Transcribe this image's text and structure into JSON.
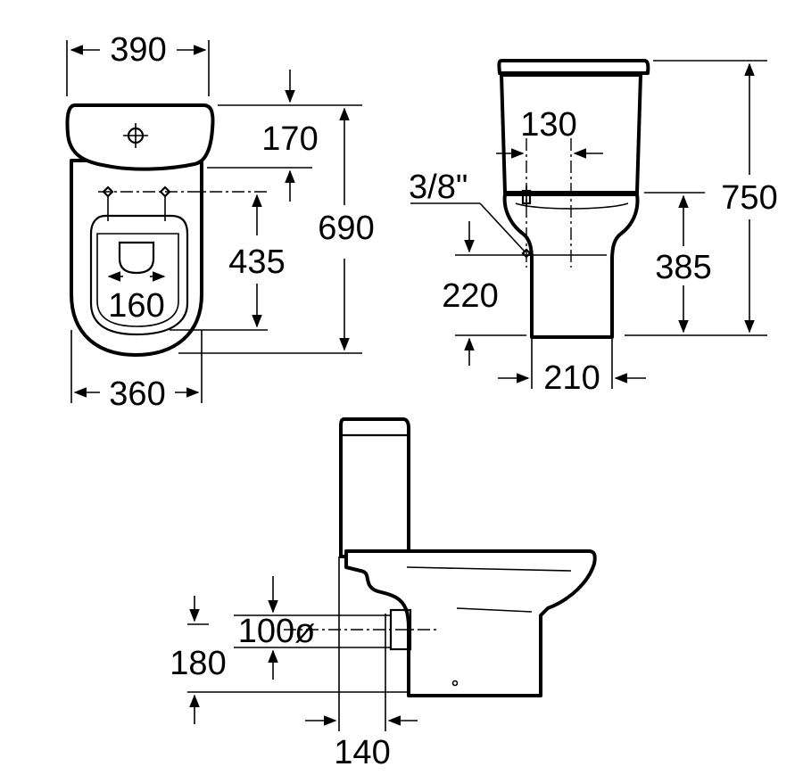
{
  "dimensions": {
    "top_width": "390",
    "tank_depth": "170",
    "total_depth": "690",
    "fixing_holes_spacing": "435",
    "seat_fixing_width": "160",
    "base_width": "360",
    "supply_offset": "130",
    "supply_thread": "3/8\"",
    "total_height": "750",
    "seat_height": "385",
    "supply_height": "220",
    "foot_width": "210",
    "outlet_diameter": "100ø",
    "outlet_height": "180",
    "outlet_distance": "140"
  }
}
